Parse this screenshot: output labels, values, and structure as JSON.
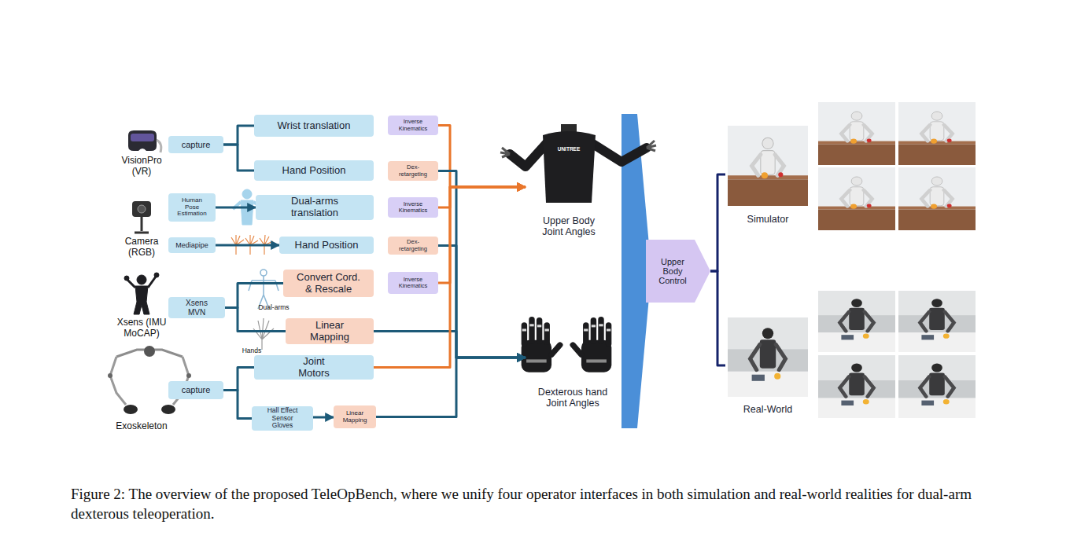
{
  "diagram": {
    "caption": "Figure 2: The overview of the proposed TeleOpBench, where we unify four operator interfaces in both simulation and real-world realities for dual-arm dexterous teleoperation.",
    "nodes": [
      {
        "text": [
          "capture"
        ]
      },
      {
        "text": [
          "Wrist translation"
        ]
      },
      {
        "text": [
          "Inverse Kinematics"
        ]
      },
      {
        "text": [
          "Hand Position"
        ]
      },
      {
        "text": [
          "Dex-retargeting"
        ]
      },
      {
        "text": [
          "Human Pose Estimation"
        ]
      },
      {
        "text": [
          "Dual-arms translation"
        ]
      },
      {
        "text": [
          "Inverse Kinematics"
        ]
      },
      {
        "text": [
          "Mediapipe"
        ]
      },
      {
        "text": [
          "Hand Position"
        ]
      },
      {
        "text": [
          "Dex-retargeting"
        ]
      },
      {
        "text": [
          "Xsens MVN"
        ]
      },
      {
        "text": [
          "Convert Cord. & Rescale"
        ]
      },
      {
        "text": [
          "Inverse Kinematics"
        ]
      },
      {
        "text": [
          "Linear Mapping"
        ]
      },
      {
        "text": [
          "capture"
        ]
      },
      {
        "text": [
          "Joint Motors"
        ]
      },
      {
        "text": [
          "Hall Effect Sensor Gloves"
        ]
      },
      {
        "text": [
          "Linear Mapping"
        ]
      },
      {
        "text": [
          "Upper Body Joint Angles"
        ]
      },
      {
        "text": [
          "Dexterous hand Joint Angles"
        ]
      },
      {
        "text": [
          "Upper Body Control"
        ]
      },
      {
        "text": [
          "Simulator"
        ]
      },
      {
        "text": [
          "Real-World"
        ]
      }
    ],
    "edges": [
      {
        "from": 0,
        "to": 1,
        "arrow": "none"
      },
      {
        "from": 0,
        "to": 3,
        "arrow": "none"
      },
      {
        "from": 2,
        "to": 19,
        "arrow": "to"
      },
      {
        "from": 4,
        "to": 20,
        "arrow": "to"
      },
      {
        "from": 5,
        "to": 6,
        "arrow": "to"
      },
      {
        "from": 7,
        "to": 19,
        "arrow": "to"
      },
      {
        "from": 8,
        "to": 9,
        "arrow": "to"
      },
      {
        "from": 10,
        "to": 20,
        "arrow": "to"
      },
      {
        "from": 11,
        "to": 12,
        "arrow": "none"
      },
      {
        "from": 11,
        "to": 14,
        "arrow": "none"
      },
      {
        "from": 13,
        "to": 19,
        "arrow": "to"
      },
      {
        "from": 14,
        "to": 20,
        "arrow": "to"
      },
      {
        "from": 15,
        "to": 16,
        "arrow": "none"
      },
      {
        "from": 15,
        "to": 17,
        "arrow": "none"
      },
      {
        "from": 16,
        "to": 19,
        "arrow": "to"
      },
      {
        "from": 17,
        "to": 18,
        "arrow": "to"
      },
      {
        "from": 18,
        "to": 20,
        "arrow": "to"
      },
      {
        "from": 21,
        "to": 22,
        "arrow": "none"
      },
      {
        "from": 21,
        "to": 23,
        "arrow": "none"
      }
    ],
    "labels": [
      "VisionPro (VR)",
      "Camera (RGB)",
      "Xsens (IMU MoCAP)",
      "Exoskeleton",
      "Dual-arms",
      "Hands",
      "UNITREE"
    ]
  }
}
